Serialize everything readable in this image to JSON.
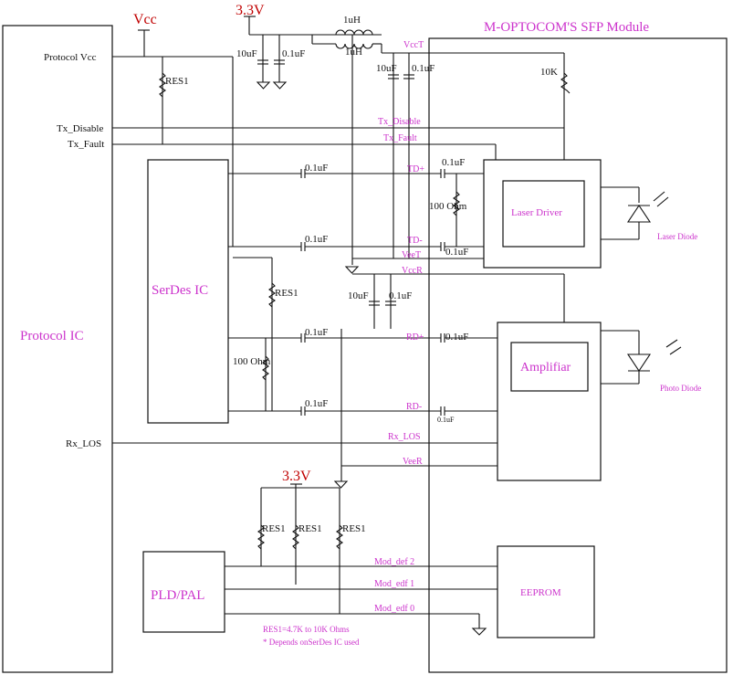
{
  "module": {
    "title": "M-OPTOCOM'S SFP Module"
  },
  "blocks": {
    "protocol_ic": "Protocol IC",
    "serdes_ic": "SerDes  IC",
    "pld_pal": "PLD/PAL",
    "laser_driver": "Laser  Driver",
    "amplifier": "Amplifiar",
    "eeprom": "EEPROM"
  },
  "power": {
    "vcc": "Vcc",
    "v33_top": "3.3V",
    "v33_bottom": "3.3V"
  },
  "protocol_pins": {
    "protocol_vcc": "Protocol  Vcc",
    "tx_disable": "Tx_Disable",
    "tx_fault": "Tx_Fault",
    "rx_los": "Rx_LOS"
  },
  "signals": {
    "vcct": "VccT",
    "tx_disable": "Tx_Disable",
    "tx_fault": "Tx_Fault",
    "td_plus": "TD+",
    "td_minus": "TD-",
    "veet": "VeeT",
    "vccr": "VccR",
    "rd_plus": "RD+",
    "rd_minus": "RD-",
    "rx_los": "Rx_LOS",
    "veer": "VeeR",
    "mod_def2": "Mod_def  2",
    "mod_edf1": "Mod_edf  1",
    "mod_edf0": "Mod_edf  0"
  },
  "components": {
    "res1": "RES1",
    "res_10k": "10K",
    "cap_10uf": "10uF",
    "cap_01uf": "0.1uF",
    "inductor_1uh": "1uH",
    "term_100ohm": "100 Ohm",
    "laser_diode": "Laser Diode",
    "photo_diode": "Photo  Diode"
  },
  "notes": {
    "res_note": "RES1=4.7K  to  10K Ohms",
    "depends_note": "*  Depends  onSerDes  IC  used"
  }
}
